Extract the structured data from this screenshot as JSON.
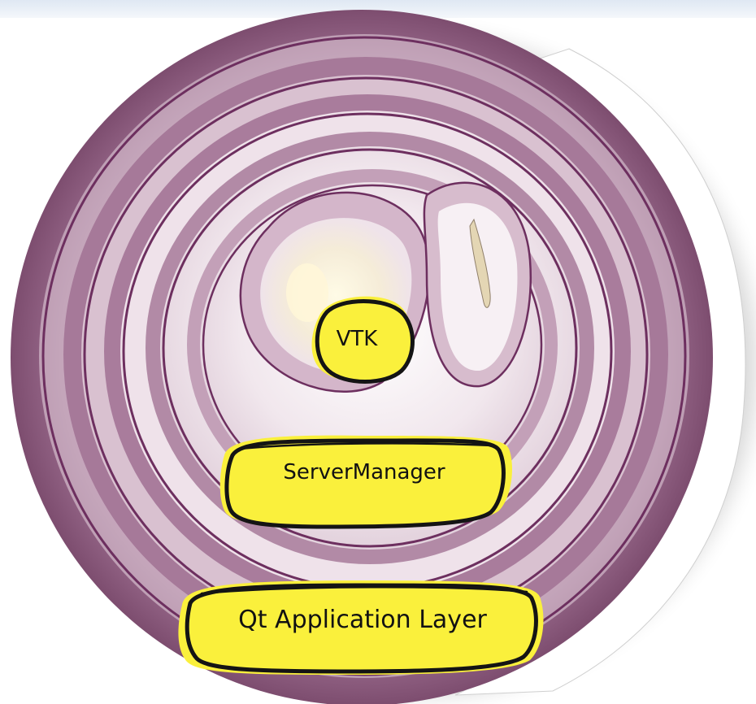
{
  "layers": {
    "inner": "VTK",
    "middle": "ServerManager",
    "outer": "Qt Application Layer"
  },
  "colors": {
    "label_fill": "#faf03c",
    "label_outline": "#141414",
    "onion_skin": "#8c5a7e",
    "onion_flesh": "#f3ecef"
  }
}
